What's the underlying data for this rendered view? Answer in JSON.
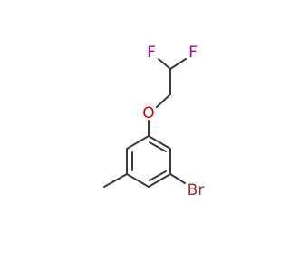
{
  "molecule": {
    "atoms": {
      "fluorine_left": {
        "text": "F",
        "color": "#b400b4"
      },
      "fluorine_right": {
        "text": "F",
        "color": "#b400b4"
      },
      "oxygen": {
        "text": "O",
        "color": "#e00000"
      },
      "bromine": {
        "text": "Br",
        "color": "#a52a2a"
      }
    },
    "bond_color": "#3a3a3a"
  }
}
